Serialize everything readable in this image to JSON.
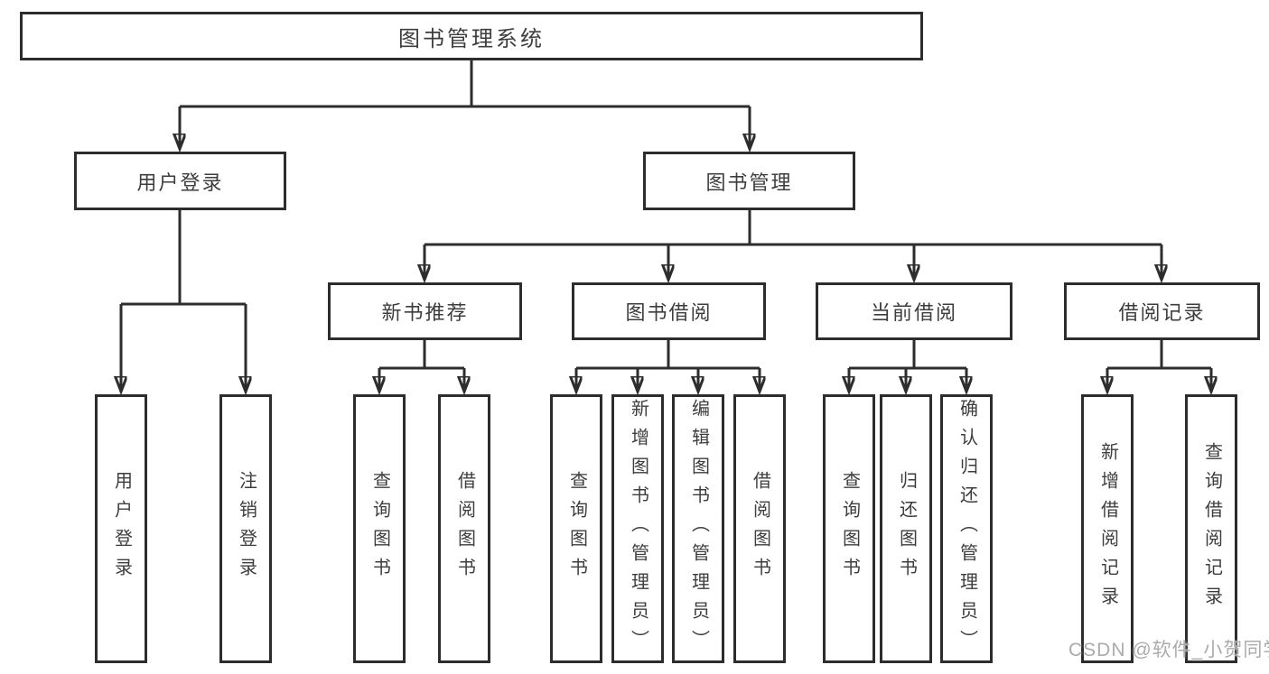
{
  "tree": {
    "label": "图书管理系统",
    "children": [
      {
        "label": "用户登录",
        "children": [
          {
            "label": "用户登录"
          },
          {
            "label": "注销登录"
          }
        ]
      },
      {
        "label": "图书管理",
        "children": [
          {
            "label": "新书推荐",
            "children": [
              {
                "label": "查询图书"
              },
              {
                "label": "借阅图书"
              }
            ]
          },
          {
            "label": "图书借阅",
            "children": [
              {
                "label": "查询图书"
              },
              {
                "label": "新增图书（管理员）"
              },
              {
                "label": "编辑图书（管理员）"
              },
              {
                "label": "借阅图书"
              }
            ]
          },
          {
            "label": "当前借阅",
            "children": [
              {
                "label": "查询图书"
              },
              {
                "label": "归还图书"
              },
              {
                "label": "确认归还（管理员）"
              }
            ]
          },
          {
            "label": "借阅记录",
            "children": [
              {
                "label": "新增借阅记录"
              },
              {
                "label": "查询借阅记录"
              }
            ]
          }
        ]
      }
    ]
  },
  "watermark": "CSDN @软件_小贺同学",
  "colors": {
    "line": "#2d2d2d",
    "box_border": "#2d2d2d",
    "text": "#3d3d3d",
    "watermark": "#ababab",
    "background": "#ffffff"
  }
}
